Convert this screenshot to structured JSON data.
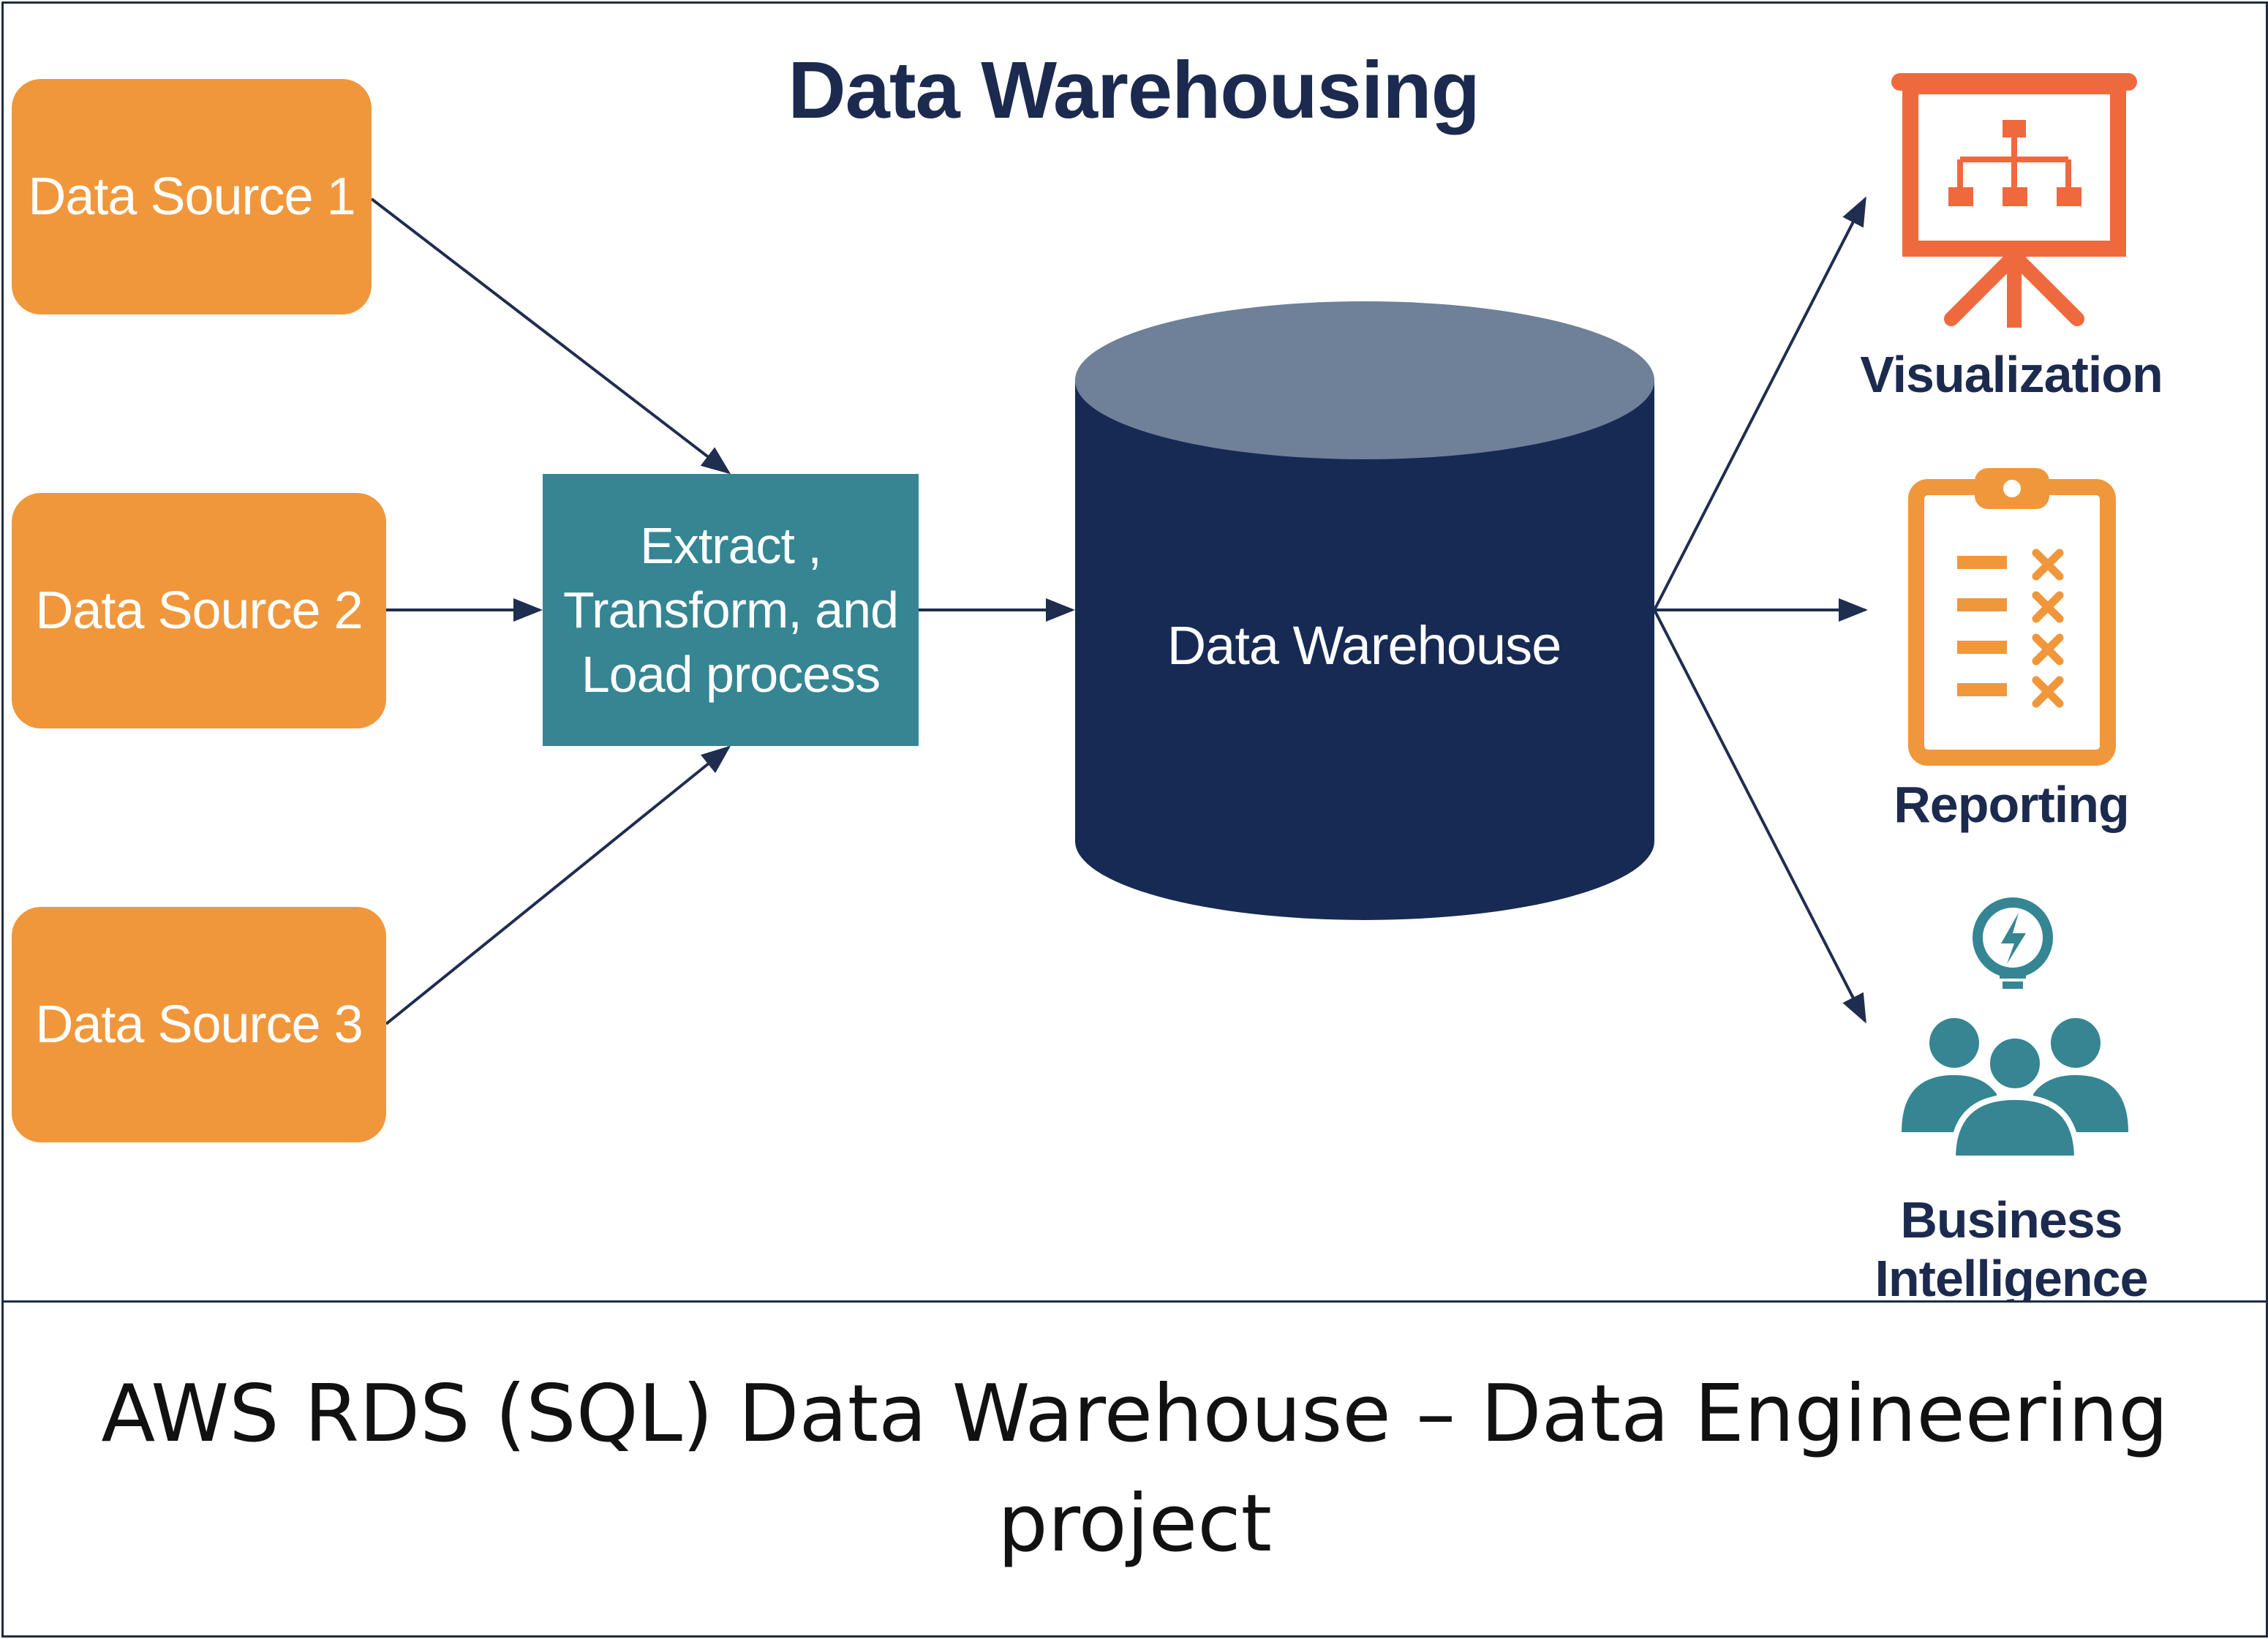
{
  "title": "Data Warehousing",
  "sources": [
    {
      "label": "Data Source 1"
    },
    {
      "label": "Data Source 2"
    },
    {
      "label": "Data Source 3"
    }
  ],
  "etl": {
    "line1": "Extract ,",
    "line2": "Transform, and",
    "line3": "Load process"
  },
  "warehouse": {
    "label": "Data Warehouse"
  },
  "outputs": [
    {
      "label": "Visualization",
      "icon": "presentation-board-icon"
    },
    {
      "label": "Reporting",
      "icon": "clipboard-checklist-icon"
    },
    {
      "label": "Business Intelligence",
      "icon": "team-idea-icon"
    }
  ],
  "caption": {
    "line1": "AWS RDS (SQL) Data Warehouse – Data Engineering",
    "line2": "project"
  },
  "colors": {
    "source_orange": "#f0973c",
    "etl_teal": "#358593",
    "warehouse_navy": "#172a54",
    "warehouse_top": "#6f8099",
    "arrow": "#1f2d4f",
    "viz_icon": "#ee6a3e",
    "report_icon": "#f0973c",
    "bi_icon": "#358593",
    "title": "#1b2a4e"
  }
}
